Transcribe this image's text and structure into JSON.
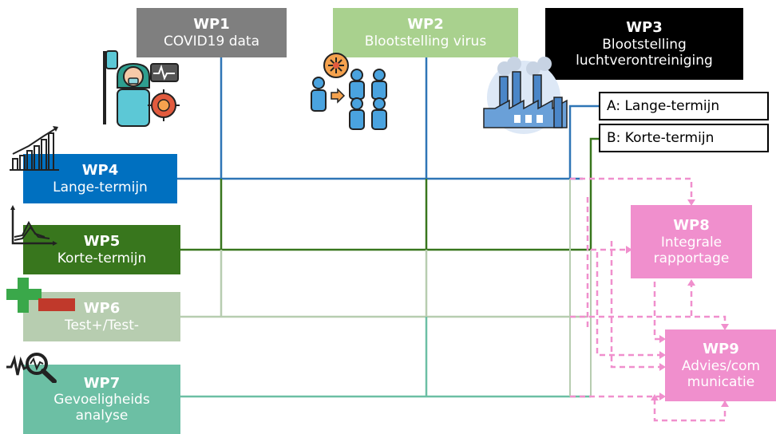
{
  "workpackages": {
    "wp1": {
      "title": "WP1",
      "subtitle": "COVID19 data"
    },
    "wp2": {
      "title": "WP2",
      "subtitle": "Blootstelling virus"
    },
    "wp3": {
      "title": "WP3",
      "subtitle_line1": "Blootstelling",
      "subtitle_line2": "luchtverontreiniging"
    },
    "wp4": {
      "title": "WP4",
      "subtitle": "Lange-termijn"
    },
    "wp5": {
      "title": "WP5",
      "subtitle": "Korte-termijn"
    },
    "wp6": {
      "title": "WP6",
      "subtitle": "Test+/Test-"
    },
    "wp7": {
      "title": "WP7",
      "subtitle_line1": "Gevoeligheids",
      "subtitle_line2": "analyse"
    },
    "wp8": {
      "title": "WP8",
      "subtitle_line1": "Integrale",
      "subtitle_line2": "rapportage"
    },
    "wp9": {
      "title": "WP9",
      "subtitle_line1": "Advies/com",
      "subtitle_line2": "municatie"
    }
  },
  "subtasks": {
    "a": "A: Lange-termijn",
    "b": "B: Korte-termijn"
  },
  "icons": [
    "patient-icon",
    "virus-exposure-icon",
    "factory-icon",
    "bar-chart-icon",
    "peak-chart-icon",
    "plus-minus-icon",
    "magnifier-signal-icon"
  ],
  "colors": {
    "wp1": "#7f7f7f",
    "wp2": "#a9d18e",
    "wp3": "#000000",
    "wp4": "#0070c0",
    "wp5": "#38761d",
    "wp6": "#b7cdb0",
    "wp7": "#6cbfa4",
    "wp8": "#f08fcd",
    "wp9": "#f08fcd"
  }
}
